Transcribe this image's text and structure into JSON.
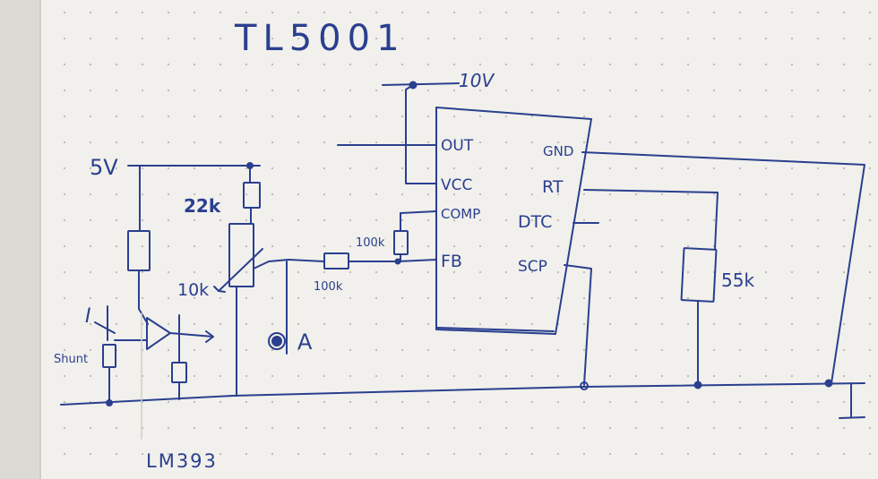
{
  "title": "TL5001",
  "supply_5v": "5V",
  "supply_10v": "10V",
  "chip_pins": {
    "out": "OUT",
    "vcc": "VCC",
    "comp": "COMP",
    "fb": "FB",
    "gnd": "GND",
    "rt": "RT",
    "dtc": "DTC",
    "scp": "SCP"
  },
  "resistors": {
    "r_top": "22k",
    "r_pot": "10k",
    "r_comp": "100k",
    "r_fb": "100k",
    "r_rt": "55k"
  },
  "labels": {
    "shunt": "Shunt",
    "current_symbol": "I",
    "test_point": "A",
    "comparator": "LM393"
  },
  "colors": {
    "ink": "#2a3f8f",
    "paper": "#f1f0ec",
    "dots": "#b9b7b0"
  }
}
